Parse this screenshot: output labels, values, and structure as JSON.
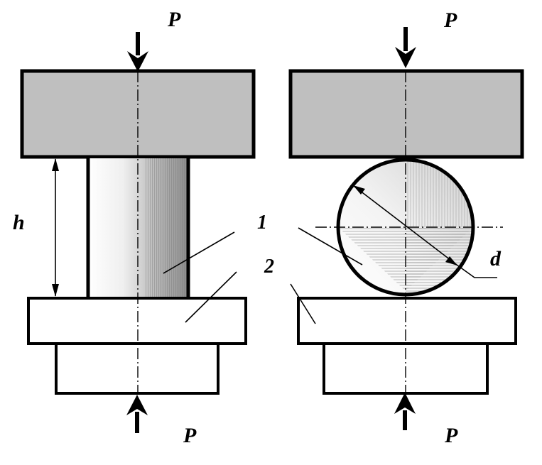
{
  "labels": {
    "force_left_top": "P",
    "force_left_bottom": "P",
    "force_right_top": "P",
    "force_right_bottom": "P",
    "height": "h",
    "diameter": "d",
    "item_1": "1",
    "item_2": "2"
  },
  "colors": {
    "platen_fill": "#bfbfbf",
    "outline": "#000000",
    "background": "#ffffff"
  }
}
